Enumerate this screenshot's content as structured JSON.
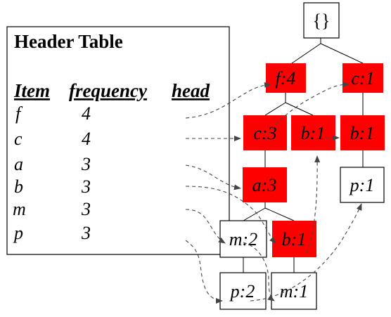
{
  "header_table": {
    "title": "Header Table",
    "columns": [
      "Item",
      "frequency",
      "head"
    ],
    "rows": [
      {
        "item": "f",
        "frequency": "4"
      },
      {
        "item": "c",
        "frequency": "4"
      },
      {
        "item": "a",
        "frequency": "3"
      },
      {
        "item": "b",
        "frequency": "3"
      },
      {
        "item": "m",
        "frequency": "3"
      },
      {
        "item": "p",
        "frequency": "3"
      }
    ]
  },
  "tree": {
    "nodes": [
      {
        "id": "root",
        "label": "{}",
        "highlighted": false
      },
      {
        "id": "f4",
        "label": "f:4",
        "highlighted": true
      },
      {
        "id": "c1_top",
        "label": "c:1",
        "highlighted": true
      },
      {
        "id": "c3",
        "label": "c:3",
        "highlighted": true
      },
      {
        "id": "b1_mid",
        "label": "b:1",
        "highlighted": true
      },
      {
        "id": "b1_right",
        "label": "b:1",
        "highlighted": true
      },
      {
        "id": "a3",
        "label": "a:3",
        "highlighted": true
      },
      {
        "id": "p1_right",
        "label": "p:1",
        "highlighted": false
      },
      {
        "id": "m2",
        "label": "m:2",
        "highlighted": false
      },
      {
        "id": "b1_low",
        "label": "b:1",
        "highlighted": true
      },
      {
        "id": "p2",
        "label": "p:2",
        "highlighted": false
      },
      {
        "id": "m1",
        "label": "m:1",
        "highlighted": false
      }
    ]
  },
  "colors": {
    "highlight_fill": "#ff0000",
    "node_fill": "#ffffff",
    "stroke": "#000000",
    "link_stroke": "#444444"
  }
}
